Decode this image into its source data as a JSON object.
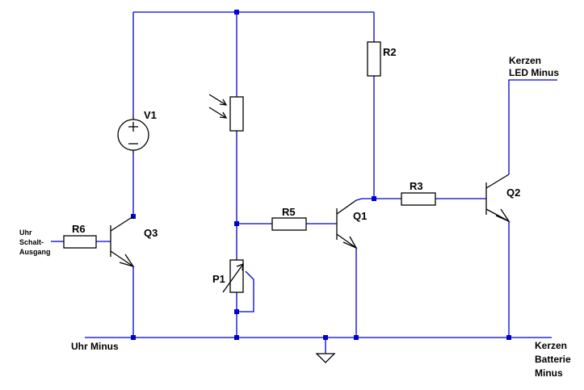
{
  "components": {
    "v1": "V1",
    "r2": "R2",
    "r3": "R3",
    "r5": "R5",
    "r6": "R6",
    "p1": "P1",
    "q1": "Q1",
    "q2": "Q2",
    "q3": "Q3"
  },
  "nets": {
    "uhr_minus": "Uhr Minus",
    "schalt_ausgang": [
      "Uhr",
      "Schalt-",
      "Ausgang"
    ],
    "kerzen_led_minus": [
      "Kerzen",
      "LED Minus"
    ],
    "kerzen_batterie_minus": [
      "Kerzen",
      "Batterie",
      "Minus"
    ]
  },
  "colors": {
    "wire": "#0000d0",
    "part": "#000000"
  }
}
